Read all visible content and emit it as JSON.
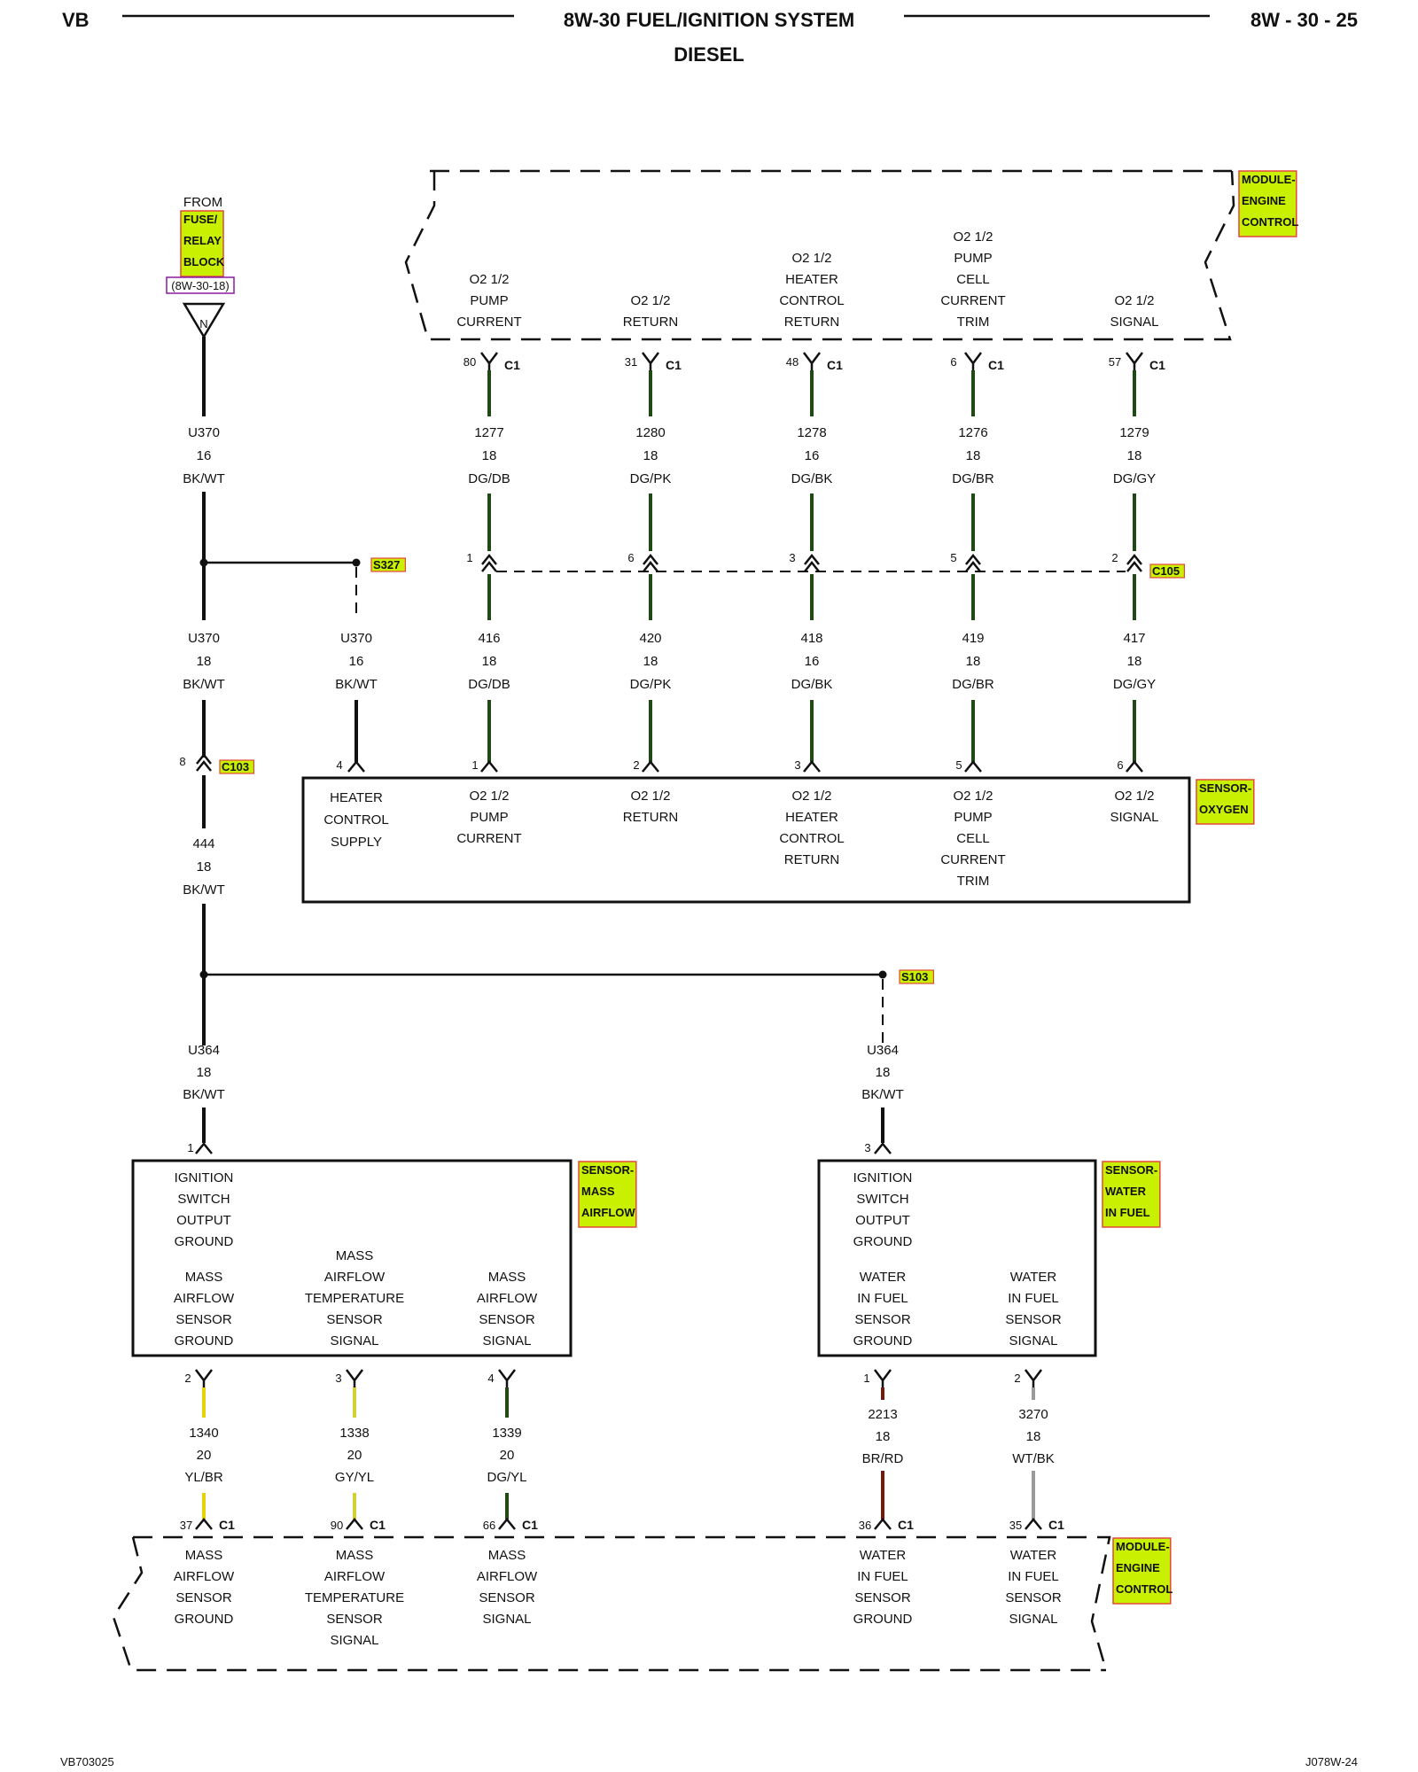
{
  "header": {
    "left": "VB",
    "title": "8W-30 FUEL/IGNITION SYSTEM",
    "subtitle": "DIESEL",
    "page": "8W - 30 - 25"
  },
  "footer": {
    "left": "VB703025",
    "right": "J078W-24"
  },
  "colors": {
    "dg": "#1f4a16",
    "yl": "#e6d20a",
    "gy_yl": "#d6cc33",
    "br": "#6b1f10",
    "wt": "#9a9a9a",
    "bk": "#111111",
    "label_bg": "#c8f000",
    "label_border": "#e2483c",
    "ref_border": "#8a1aa0"
  },
  "labels": {
    "from": "FROM",
    "fuse_block": [
      "FUSE/",
      "RELAY",
      "BLOCK"
    ],
    "fuse_ref": "(8W-30-18)",
    "fuse_symbol": "N",
    "pcm_top": [
      "MODULE-",
      "ENGINE",
      "CONTROL"
    ],
    "pcm_bottom": [
      "MODULE-",
      "ENGINE",
      "CONTROL"
    ],
    "oxygen": [
      "SENSOR-",
      "OXYGEN"
    ],
    "maf": [
      "SENSOR-",
      "MASS",
      "AIRFLOW"
    ],
    "wif": [
      "SENSOR-",
      "WATER",
      "IN FUEL"
    ],
    "s327": "S327",
    "s103": "S103",
    "c105": "C105",
    "c103": "C103"
  },
  "pcm_top_circuits": [
    {
      "name": [
        "O2 1/2",
        "PUMP",
        "CURRENT"
      ],
      "pin": "80",
      "conn": "C1",
      "upper": [
        "1277",
        "18",
        "DG/DB"
      ],
      "c105_pin": "1",
      "lower": [
        "416",
        "18",
        "DG/DB"
      ],
      "sensor_pin": "1",
      "sensor_name": [
        "O2 1/2",
        "PUMP",
        "CURRENT"
      ]
    },
    {
      "name": [
        "O2 1/2",
        "RETURN"
      ],
      "pin": "31",
      "conn": "C1",
      "upper": [
        "1280",
        "18",
        "DG/PK"
      ],
      "c105_pin": "6",
      "lower": [
        "420",
        "18",
        "DG/PK"
      ],
      "sensor_pin": "2",
      "sensor_name": [
        "O2 1/2",
        "RETURN"
      ]
    },
    {
      "name": [
        "O2 1/2",
        "HEATER",
        "CONTROL",
        "RETURN"
      ],
      "pin": "48",
      "conn": "C1",
      "upper": [
        "1278",
        "16",
        "DG/BK"
      ],
      "c105_pin": "3",
      "lower": [
        "418",
        "16",
        "DG/BK"
      ],
      "sensor_pin": "3",
      "sensor_name": [
        "O2 1/2",
        "HEATER",
        "CONTROL",
        "RETURN"
      ]
    },
    {
      "name": [
        "O2 1/2",
        "PUMP",
        "CELL",
        "CURRENT",
        "TRIM"
      ],
      "pin": "6",
      "conn": "C1",
      "upper": [
        "1276",
        "18",
        "DG/BR"
      ],
      "c105_pin": "5",
      "lower": [
        "419",
        "18",
        "DG/BR"
      ],
      "sensor_pin": "5",
      "sensor_name": [
        "O2 1/2",
        "PUMP",
        "CELL",
        "CURRENT",
        "TRIM"
      ]
    },
    {
      "name": [
        "O2 1/2",
        "SIGNAL"
      ],
      "pin": "57",
      "conn": "C1",
      "upper": [
        "1279",
        "18",
        "DG/GY"
      ],
      "c105_pin": "2",
      "lower": [
        "417",
        "18",
        "DG/GY"
      ],
      "sensor_pin": "6",
      "sensor_name": [
        "O2 1/2",
        "SIGNAL"
      ]
    }
  ],
  "power_feed": {
    "w1": [
      "U370",
      "16",
      "BK/WT"
    ],
    "w2": [
      "U370",
      "18",
      "BK/WT"
    ],
    "w_heater": [
      "U370",
      "16",
      "BK/WT"
    ],
    "heater_pin": "4",
    "heater_name": [
      "HEATER",
      "CONTROL",
      "SUPPLY"
    ],
    "c103_pin": "8",
    "w3": [
      "444",
      "18",
      "BK/WT"
    ],
    "w4": [
      "U364",
      "18",
      "BK/WT"
    ],
    "w5": [
      "U364",
      "18",
      "BK/WT"
    ],
    "maf_pin": "1",
    "wif_pin": "3"
  },
  "maf": {
    "top_name": [
      "IGNITION",
      "SWITCH",
      "OUTPUT",
      "GROUND"
    ],
    "circuits": [
      {
        "name": [
          "MASS",
          "AIRFLOW",
          "SENSOR",
          "GROUND"
        ],
        "pin": "2",
        "wire": [
          "1340",
          "20",
          "YL/BR"
        ],
        "pcm_pin": "37",
        "conn": "C1",
        "pcm_name": [
          "MASS",
          "AIRFLOW",
          "SENSOR",
          "GROUND"
        ]
      },
      {
        "name": [
          "MASS",
          "AIRFLOW",
          "TEMPERATURE",
          "SENSOR",
          "SIGNAL"
        ],
        "pin": "3",
        "wire": [
          "1338",
          "20",
          "GY/YL"
        ],
        "pcm_pin": "90",
        "conn": "C1",
        "pcm_name": [
          "MASS",
          "AIRFLOW",
          "TEMPERATURE",
          "SENSOR",
          "SIGNAL"
        ]
      },
      {
        "name": [
          "MASS",
          "AIRFLOW",
          "SENSOR",
          "SIGNAL"
        ],
        "pin": "4",
        "wire": [
          "1339",
          "20",
          "DG/YL"
        ],
        "pcm_pin": "66",
        "conn": "C1",
        "pcm_name": [
          "MASS",
          "AIRFLOW",
          "SENSOR",
          "SIGNAL"
        ]
      }
    ]
  },
  "wif": {
    "top_name": [
      "IGNITION",
      "SWITCH",
      "OUTPUT",
      "GROUND"
    ],
    "circuits": [
      {
        "name": [
          "WATER",
          "IN FUEL",
          "SENSOR",
          "GROUND"
        ],
        "pin": "1",
        "wire": [
          "2213",
          "18",
          "BR/RD"
        ],
        "pcm_pin": "36",
        "conn": "C1",
        "pcm_name": [
          "WATER",
          "IN FUEL",
          "SENSOR",
          "GROUND"
        ]
      },
      {
        "name": [
          "WATER",
          "IN FUEL",
          "SENSOR",
          "SIGNAL"
        ],
        "pin": "2",
        "wire": [
          "3270",
          "18",
          "WT/BK"
        ],
        "pcm_pin": "35",
        "conn": "C1",
        "pcm_name": [
          "WATER",
          "IN FUEL",
          "SENSOR",
          "SIGNAL"
        ]
      }
    ]
  }
}
